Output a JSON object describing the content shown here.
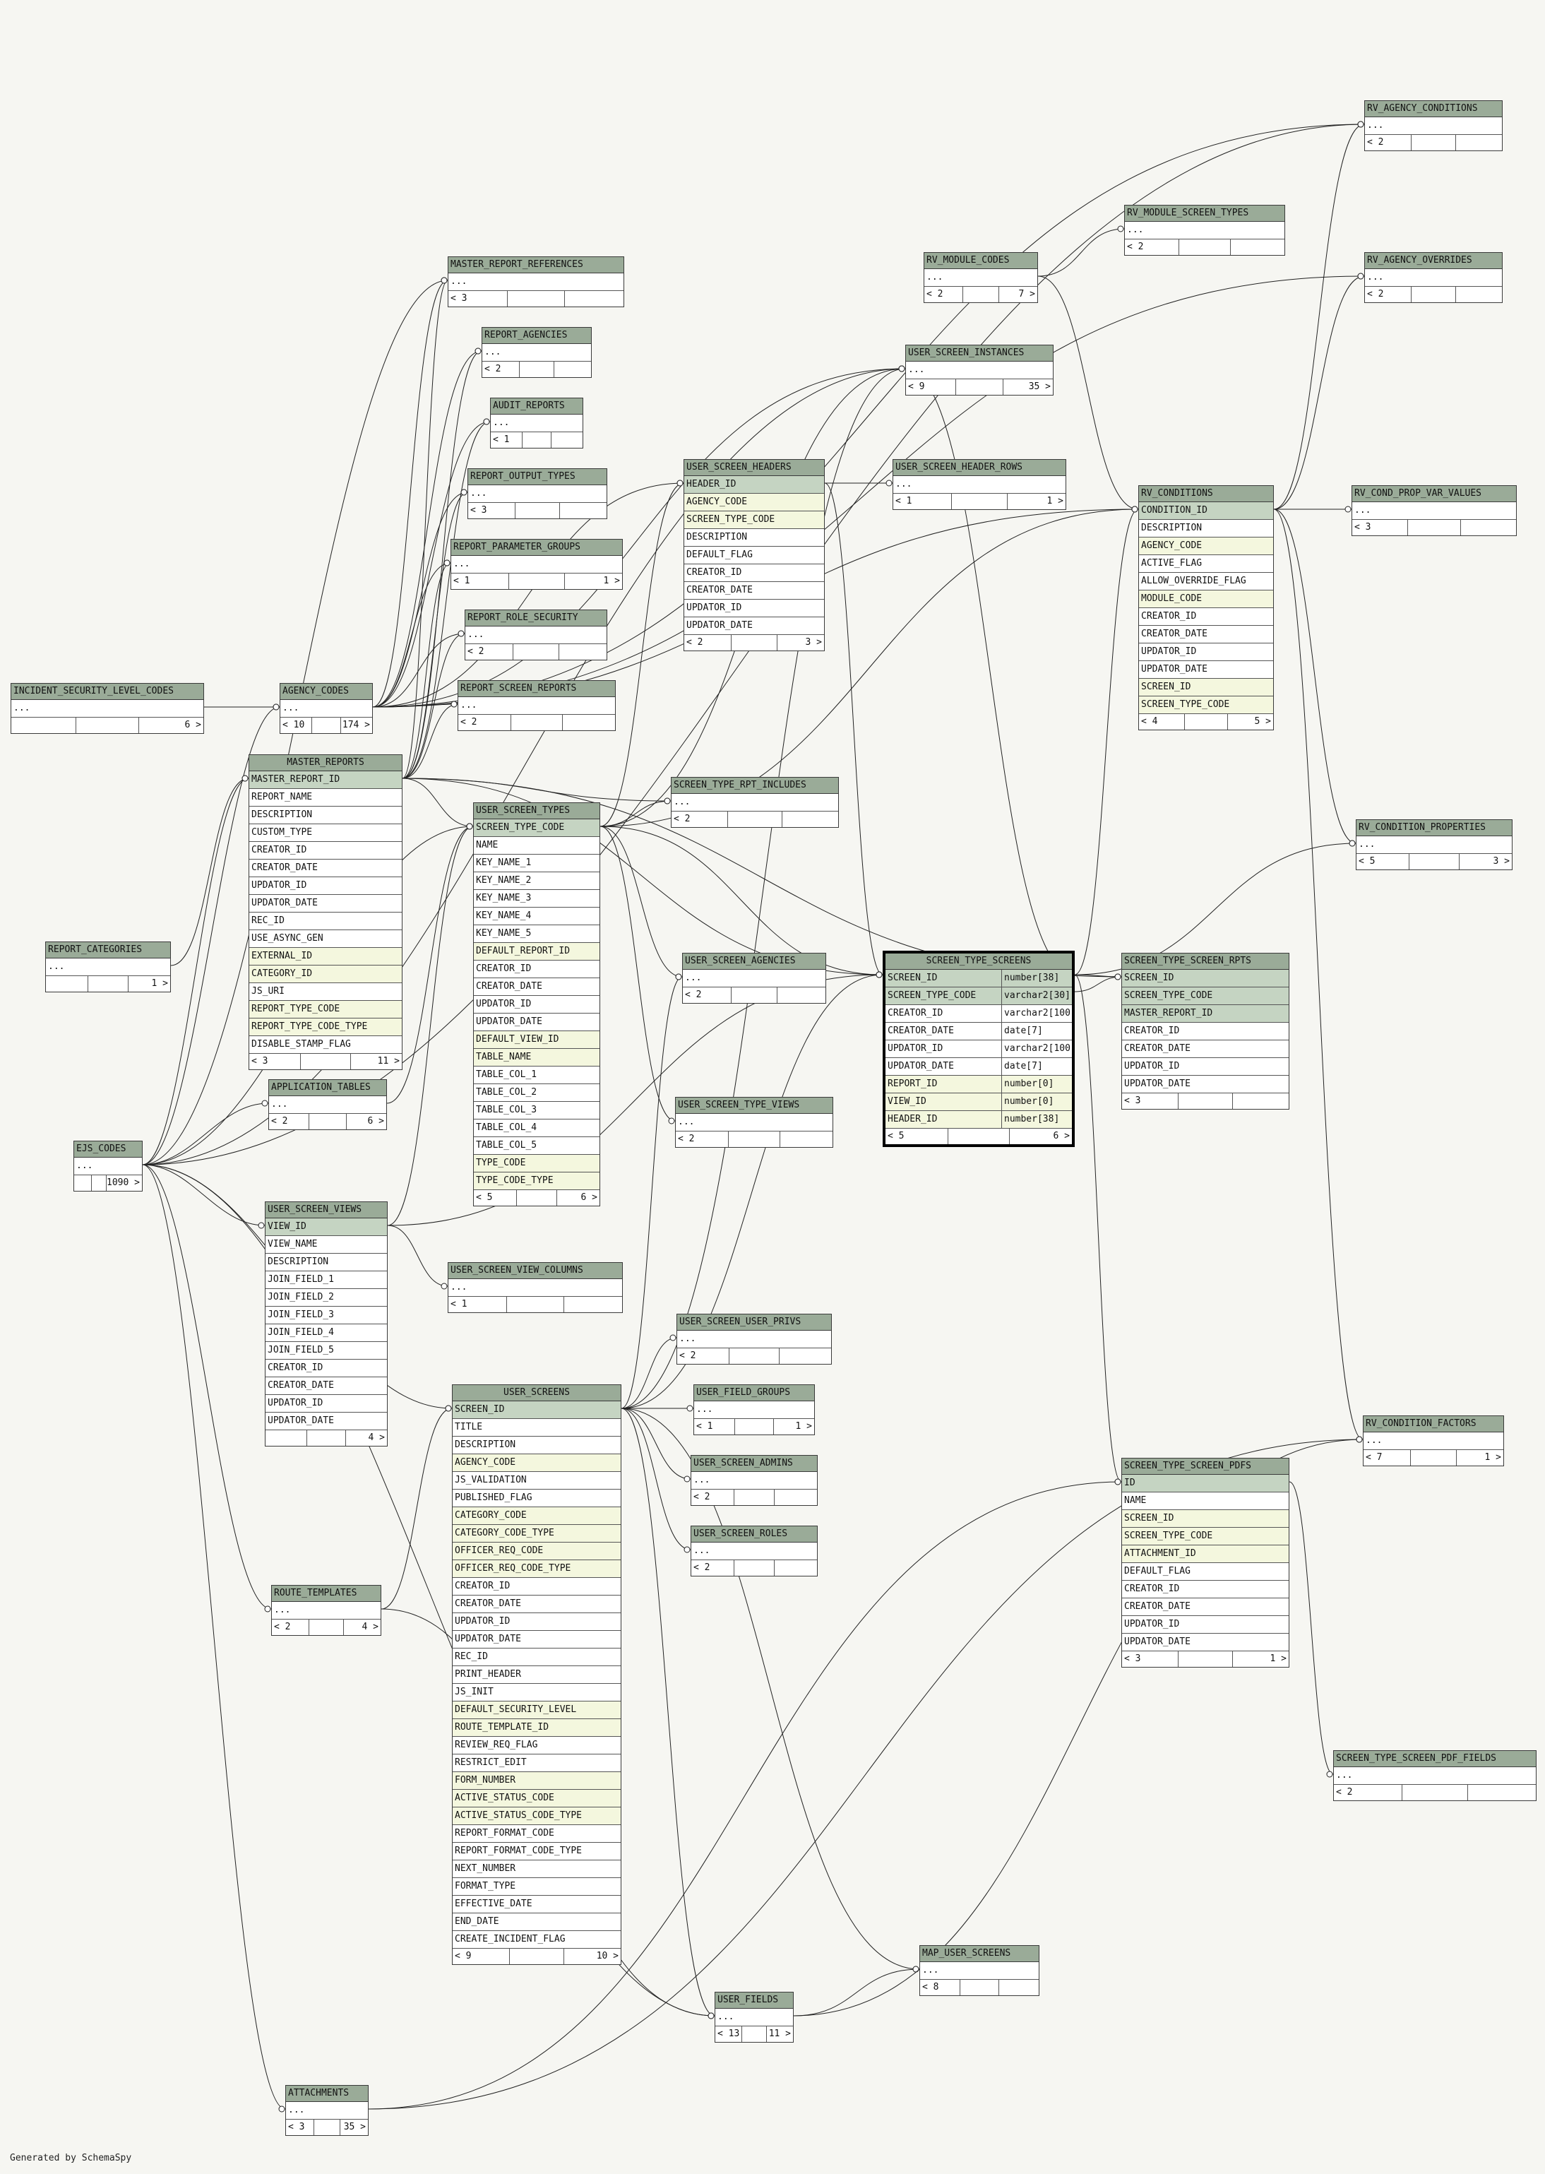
{
  "footer": "Generated by SchemaSpy",
  "colors": {
    "header": "#9aab98",
    "primary_key": "#c5d4c2",
    "foreign_key": "#f4f7de",
    "background": "#f6f6f2"
  },
  "focus_table": "SCREEN_TYPE_SCREENS",
  "tables": {
    "RV_AGENCY_CONDITIONS": {
      "title": "RV_AGENCY_CONDITIONS",
      "rows": [
        {
          "name": "..."
        }
      ],
      "parents": "< 2",
      "children": ""
    },
    "RV_MODULE_SCREEN_TYPES": {
      "title": "RV_MODULE_SCREEN_TYPES",
      "rows": [
        {
          "name": "..."
        }
      ],
      "parents": "< 2",
      "children": ""
    },
    "RV_MODULE_CODES": {
      "title": "RV_MODULE_CODES",
      "rows": [
        {
          "name": "..."
        }
      ],
      "parents": "< 2",
      "children": "7 >"
    },
    "RV_AGENCY_OVERRIDES": {
      "title": "RV_AGENCY_OVERRIDES",
      "rows": [
        {
          "name": "..."
        }
      ],
      "parents": "< 2",
      "children": ""
    },
    "MASTER_REPORT_REFERENCES": {
      "title": "MASTER_REPORT_REFERENCES",
      "rows": [
        {
          "name": "..."
        }
      ],
      "parents": "< 3",
      "children": ""
    },
    "REPORT_AGENCIES": {
      "title": "REPORT_AGENCIES",
      "rows": [
        {
          "name": "..."
        }
      ],
      "parents": "< 2",
      "children": ""
    },
    "USER_SCREEN_INSTANCES": {
      "title": "USER_SCREEN_INSTANCES",
      "rows": [
        {
          "name": "..."
        }
      ],
      "parents": "< 9",
      "children": "35 >"
    },
    "AUDIT_REPORTS": {
      "title": "AUDIT_REPORTS",
      "rows": [
        {
          "name": "..."
        }
      ],
      "parents": "< 1",
      "children": ""
    },
    "USER_SCREEN_HEADERS": {
      "title": "USER_SCREEN_HEADERS",
      "rows": [
        {
          "name": "HEADER_ID",
          "kind": "pk"
        },
        {
          "name": "AGENCY_CODE",
          "kind": "fk"
        },
        {
          "name": "SCREEN_TYPE_CODE",
          "kind": "fk"
        },
        {
          "name": "DESCRIPTION"
        },
        {
          "name": "DEFAULT_FLAG"
        },
        {
          "name": "CREATOR_ID"
        },
        {
          "name": "CREATOR_DATE"
        },
        {
          "name": "UPDATOR_ID"
        },
        {
          "name": "UPDATOR_DATE"
        }
      ],
      "parents": "< 2",
      "children": "3 >"
    },
    "USER_SCREEN_HEADER_ROWS": {
      "title": "USER_SCREEN_HEADER_ROWS",
      "rows": [
        {
          "name": "..."
        }
      ],
      "parents": "< 1",
      "children": "1 >"
    },
    "REPORT_OUTPUT_TYPES": {
      "title": "REPORT_OUTPUT_TYPES",
      "rows": [
        {
          "name": "..."
        }
      ],
      "parents": "< 3",
      "children": ""
    },
    "RV_CONDITIONS": {
      "title": "RV_CONDITIONS",
      "rows": [
        {
          "name": "CONDITION_ID",
          "kind": "pk"
        },
        {
          "name": "DESCRIPTION"
        },
        {
          "name": "AGENCY_CODE",
          "kind": "fk"
        },
        {
          "name": "ACTIVE_FLAG"
        },
        {
          "name": "ALLOW_OVERRIDE_FLAG"
        },
        {
          "name": "MODULE_CODE",
          "kind": "fk"
        },
        {
          "name": "CREATOR_ID"
        },
        {
          "name": "CREATOR_DATE"
        },
        {
          "name": "UPDATOR_ID"
        },
        {
          "name": "UPDATOR_DATE"
        },
        {
          "name": "SCREEN_ID",
          "kind": "fk"
        },
        {
          "name": "SCREEN_TYPE_CODE",
          "kind": "fk"
        }
      ],
      "parents": "< 4",
      "children": "5 >"
    },
    "RV_COND_PROP_VAR_VALUES": {
      "title": "RV_COND_PROP_VAR_VALUES",
      "rows": [
        {
          "name": "..."
        }
      ],
      "parents": "< 3",
      "children": ""
    },
    "REPORT_PARAMETER_GROUPS": {
      "title": "REPORT_PARAMETER_GROUPS",
      "rows": [
        {
          "name": "..."
        }
      ],
      "parents": "< 1",
      "children": "1 >"
    },
    "REPORT_ROLE_SECURITY": {
      "title": "REPORT_ROLE_SECURITY",
      "rows": [
        {
          "name": "..."
        }
      ],
      "parents": "< 2",
      "children": ""
    },
    "INCIDENT_SECURITY_LEVEL_CODES": {
      "title": "INCIDENT_SECURITY_LEVEL_CODES",
      "rows": [
        {
          "name": "..."
        }
      ],
      "parents": "",
      "children": "6 >"
    },
    "AGENCY_CODES": {
      "title": "AGENCY_CODES",
      "rows": [
        {
          "name": "..."
        }
      ],
      "parents": "< 10",
      "children": "174 >"
    },
    "REPORT_SCREEN_REPORTS": {
      "title": "REPORT_SCREEN_REPORTS",
      "rows": [
        {
          "name": "..."
        }
      ],
      "parents": "< 2",
      "children": ""
    },
    "MASTER_REPORTS": {
      "title": "MASTER_REPORTS",
      "rows": [
        {
          "name": "MASTER_REPORT_ID",
          "kind": "pk"
        },
        {
          "name": "REPORT_NAME"
        },
        {
          "name": "DESCRIPTION"
        },
        {
          "name": "CUSTOM_TYPE"
        },
        {
          "name": "CREATOR_ID"
        },
        {
          "name": "CREATOR_DATE"
        },
        {
          "name": "UPDATOR_ID"
        },
        {
          "name": "UPDATOR_DATE"
        },
        {
          "name": "REC_ID"
        },
        {
          "name": "USE_ASYNC_GEN"
        },
        {
          "name": "EXTERNAL_ID",
          "kind": "fk"
        },
        {
          "name": "CATEGORY_ID",
          "kind": "fk"
        },
        {
          "name": "JS_URI"
        },
        {
          "name": "REPORT_TYPE_CODE",
          "kind": "fk"
        },
        {
          "name": "REPORT_TYPE_CODE_TYPE",
          "kind": "fk"
        },
        {
          "name": "DISABLE_STAMP_FLAG"
        }
      ],
      "parents": "< 3",
      "children": "11 >"
    },
    "SCREEN_TYPE_RPT_INCLUDES": {
      "title": "SCREEN_TYPE_RPT_INCLUDES",
      "rows": [
        {
          "name": "..."
        }
      ],
      "parents": "< 2",
      "children": ""
    },
    "USER_SCREEN_TYPES": {
      "title": "USER_SCREEN_TYPES",
      "rows": [
        {
          "name": "SCREEN_TYPE_CODE",
          "kind": "pk"
        },
        {
          "name": "NAME"
        },
        {
          "name": "KEY_NAME_1"
        },
        {
          "name": "KEY_NAME_2"
        },
        {
          "name": "KEY_NAME_3"
        },
        {
          "name": "KEY_NAME_4"
        },
        {
          "name": "KEY_NAME_5"
        },
        {
          "name": "DEFAULT_REPORT_ID",
          "kind": "fk"
        },
        {
          "name": "CREATOR_ID"
        },
        {
          "name": "CREATOR_DATE"
        },
        {
          "name": "UPDATOR_ID"
        },
        {
          "name": "UPDATOR_DATE"
        },
        {
          "name": "DEFAULT_VIEW_ID",
          "kind": "fk"
        },
        {
          "name": "TABLE_NAME",
          "kind": "fk"
        },
        {
          "name": "TABLE_COL_1"
        },
        {
          "name": "TABLE_COL_2"
        },
        {
          "name": "TABLE_COL_3"
        },
        {
          "name": "TABLE_COL_4"
        },
        {
          "name": "TABLE_COL_5"
        },
        {
          "name": "TYPE_CODE",
          "kind": "fk"
        },
        {
          "name": "TYPE_CODE_TYPE",
          "kind": "fk"
        }
      ],
      "parents": "< 5",
      "children": "6 >"
    },
    "RV_CONDITION_PROPERTIES": {
      "title": "RV_CONDITION_PROPERTIES",
      "rows": [
        {
          "name": "..."
        }
      ],
      "parents": "< 5",
      "children": "3 >"
    },
    "REPORT_CATEGORIES": {
      "title": "REPORT_CATEGORIES",
      "rows": [
        {
          "name": "..."
        }
      ],
      "parents": "",
      "children": "1 >"
    },
    "SCREEN_TYPE_SCREENS": {
      "title": "SCREEN_TYPE_SCREENS",
      "rows": [
        {
          "name": "SCREEN_ID",
          "type": "number[38]",
          "kind": "pk"
        },
        {
          "name": "SCREEN_TYPE_CODE",
          "type": "varchar2[30]",
          "kind": "pk"
        },
        {
          "name": "CREATOR_ID",
          "type": "varchar2[100]"
        },
        {
          "name": "CREATOR_DATE",
          "type": "date[7]"
        },
        {
          "name": "UPDATOR_ID",
          "type": "varchar2[100]"
        },
        {
          "name": "UPDATOR_DATE",
          "type": "date[7]"
        },
        {
          "name": "REPORT_ID",
          "type": "number[0]",
          "kind": "fk"
        },
        {
          "name": "VIEW_ID",
          "type": "number[0]",
          "kind": "fk"
        },
        {
          "name": "HEADER_ID",
          "type": "number[38]",
          "kind": "fk"
        }
      ],
      "parents": "< 5",
      "children": "6 >"
    },
    "SCREEN_TYPE_SCREEN_RPTS": {
      "title": "SCREEN_TYPE_SCREEN_RPTS",
      "rows": [
        {
          "name": "SCREEN_ID",
          "kind": "pk"
        },
        {
          "name": "SCREEN_TYPE_CODE",
          "kind": "pk"
        },
        {
          "name": "MASTER_REPORT_ID",
          "kind": "pk"
        },
        {
          "name": "CREATOR_ID"
        },
        {
          "name": "CREATOR_DATE"
        },
        {
          "name": "UPDATOR_ID"
        },
        {
          "name": "UPDATOR_DATE"
        }
      ],
      "parents": "< 3",
      "children": ""
    },
    "USER_SCREEN_AGENCIES": {
      "title": "USER_SCREEN_AGENCIES",
      "rows": [
        {
          "name": "..."
        }
      ],
      "parents": "< 2",
      "children": ""
    },
    "APPLICATION_TABLES": {
      "title": "APPLICATION_TABLES",
      "rows": [
        {
          "name": "..."
        }
      ],
      "parents": "< 2",
      "children": "6 >"
    },
    "USER_SCREEN_TYPE_VIEWS": {
      "title": "USER_SCREEN_TYPE_VIEWS",
      "rows": [
        {
          "name": "..."
        }
      ],
      "parents": "< 2",
      "children": ""
    },
    "EJS_CODES": {
      "title": "EJS_CODES",
      "rows": [
        {
          "name": "..."
        }
      ],
      "parents": "",
      "children": "1090 >"
    },
    "USER_SCREEN_VIEWS": {
      "title": "USER_SCREEN_VIEWS",
      "rows": [
        {
          "name": "VIEW_ID",
          "kind": "pk"
        },
        {
          "name": "VIEW_NAME"
        },
        {
          "name": "DESCRIPTION"
        },
        {
          "name": "JOIN_FIELD_1"
        },
        {
          "name": "JOIN_FIELD_2"
        },
        {
          "name": "JOIN_FIELD_3"
        },
        {
          "name": "JOIN_FIELD_4"
        },
        {
          "name": "JOIN_FIELD_5"
        },
        {
          "name": "CREATOR_ID"
        },
        {
          "name": "CREATOR_DATE"
        },
        {
          "name": "UPDATOR_ID"
        },
        {
          "name": "UPDATOR_DATE"
        }
      ],
      "parents": "",
      "children": "4 >"
    },
    "USER_SCREEN_VIEW_COLUMNS": {
      "title": "USER_SCREEN_VIEW_COLUMNS",
      "rows": [
        {
          "name": "..."
        }
      ],
      "parents": "< 1",
      "children": ""
    },
    "USER_SCREEN_USER_PRIVS": {
      "title": "USER_SCREEN_USER_PRIVS",
      "rows": [
        {
          "name": "..."
        }
      ],
      "parents": "< 2",
      "children": ""
    },
    "USER_FIELD_GROUPS": {
      "title": "USER_FIELD_GROUPS",
      "rows": [
        {
          "name": "..."
        }
      ],
      "parents": "< 1",
      "children": "1 >"
    },
    "USER_SCREENS": {
      "title": "USER_SCREENS",
      "rows": [
        {
          "name": "SCREEN_ID",
          "kind": "pk"
        },
        {
          "name": "TITLE"
        },
        {
          "name": "DESCRIPTION"
        },
        {
          "name": "AGENCY_CODE",
          "kind": "fk"
        },
        {
          "name": "JS_VALIDATION"
        },
        {
          "name": "PUBLISHED_FLAG"
        },
        {
          "name": "CATEGORY_CODE",
          "kind": "fk"
        },
        {
          "name": "CATEGORY_CODE_TYPE",
          "kind": "fk"
        },
        {
          "name": "OFFICER_REQ_CODE",
          "kind": "fk"
        },
        {
          "name": "OFFICER_REQ_CODE_TYPE",
          "kind": "fk"
        },
        {
          "name": "CREATOR_ID"
        },
        {
          "name": "CREATOR_DATE"
        },
        {
          "name": "UPDATOR_ID"
        },
        {
          "name": "UPDATOR_DATE"
        },
        {
          "name": "REC_ID"
        },
        {
          "name": "PRINT_HEADER"
        },
        {
          "name": "JS_INIT"
        },
        {
          "name": "DEFAULT_SECURITY_LEVEL",
          "kind": "fk"
        },
        {
          "name": "ROUTE_TEMPLATE_ID",
          "kind": "fk"
        },
        {
          "name": "REVIEW_REQ_FLAG"
        },
        {
          "name": "RESTRICT_EDIT"
        },
        {
          "name": "FORM_NUMBER",
          "kind": "fk"
        },
        {
          "name": "ACTIVE_STATUS_CODE",
          "kind": "fk"
        },
        {
          "name": "ACTIVE_STATUS_CODE_TYPE",
          "kind": "fk"
        },
        {
          "name": "REPORT_FORMAT_CODE"
        },
        {
          "name": "REPORT_FORMAT_CODE_TYPE"
        },
        {
          "name": "NEXT_NUMBER"
        },
        {
          "name": "FORMAT_TYPE"
        },
        {
          "name": "EFFECTIVE_DATE"
        },
        {
          "name": "END_DATE"
        },
        {
          "name": "CREATE_INCIDENT_FLAG"
        }
      ],
      "parents": "< 9",
      "children": "10 >"
    },
    "RV_CONDITION_FACTORS": {
      "title": "RV_CONDITION_FACTORS",
      "rows": [
        {
          "name": "..."
        }
      ],
      "parents": "< 7",
      "children": "1 >"
    },
    "USER_SCREEN_ADMINS": {
      "title": "USER_SCREEN_ADMINS",
      "rows": [
        {
          "name": "..."
        }
      ],
      "parents": "< 2",
      "children": ""
    },
    "SCREEN_TYPE_SCREEN_PDFS": {
      "title": "SCREEN_TYPE_SCREEN_PDFS",
      "rows": [
        {
          "name": "ID",
          "kind": "pk"
        },
        {
          "name": "NAME"
        },
        {
          "name": "SCREEN_ID",
          "kind": "fk"
        },
        {
          "name": "SCREEN_TYPE_CODE",
          "kind": "fk"
        },
        {
          "name": "ATTACHMENT_ID",
          "kind": "fk"
        },
        {
          "name": "DEFAULT_FLAG"
        },
        {
          "name": "CREATOR_ID"
        },
        {
          "name": "CREATOR_DATE"
        },
        {
          "name": "UPDATOR_ID"
        },
        {
          "name": "UPDATOR_DATE"
        }
      ],
      "parents": "< 3",
      "children": "1 >"
    },
    "USER_SCREEN_ROLES": {
      "title": "USER_SCREEN_ROLES",
      "rows": [
        {
          "name": "..."
        }
      ],
      "parents": "< 2",
      "children": ""
    },
    "ROUTE_TEMPLATES": {
      "title": "ROUTE_TEMPLATES",
      "rows": [
        {
          "name": "..."
        }
      ],
      "parents": "< 2",
      "children": "4 >"
    },
    "SCREEN_TYPE_SCREEN_PDF_FIELDS": {
      "title": "SCREEN_TYPE_SCREEN_PDF_FIELDS",
      "rows": [
        {
          "name": "..."
        }
      ],
      "parents": "< 2",
      "children": ""
    },
    "MAP_USER_SCREENS": {
      "title": "MAP_USER_SCREENS",
      "rows": [
        {
          "name": "..."
        }
      ],
      "parents": "< 8",
      "children": ""
    },
    "USER_FIELDS": {
      "title": "USER_FIELDS",
      "rows": [
        {
          "name": "..."
        }
      ],
      "parents": "< 13",
      "children": "11 >"
    },
    "ATTACHMENTS": {
      "title": "ATTACHMENTS",
      "rows": [
        {
          "name": "..."
        }
      ],
      "parents": "< 3",
      "children": "35 >"
    }
  }
}
